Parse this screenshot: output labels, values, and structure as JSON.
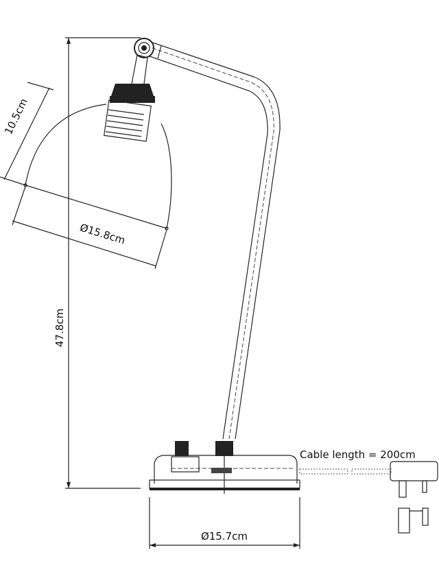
{
  "dimensions": {
    "total_height": "47.8cm",
    "shade_height": "10.5cm",
    "shade_diameter": "Ø15.8cm",
    "base_diameter": "Ø15.7cm",
    "cable": "Cable length = 200cm"
  }
}
